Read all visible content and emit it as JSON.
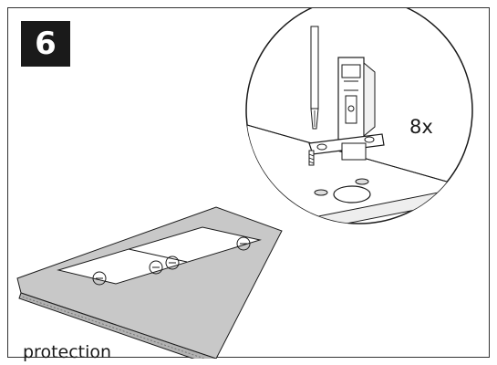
{
  "step": {
    "number": "6"
  },
  "detail": {
    "quantity": "8x"
  },
  "labels": {
    "protection": "protection"
  },
  "colors": {
    "board": "#c8c8c8",
    "panel": "#ffffff",
    "outline": "#1a1a1a",
    "badge": "#1a1a1a"
  }
}
